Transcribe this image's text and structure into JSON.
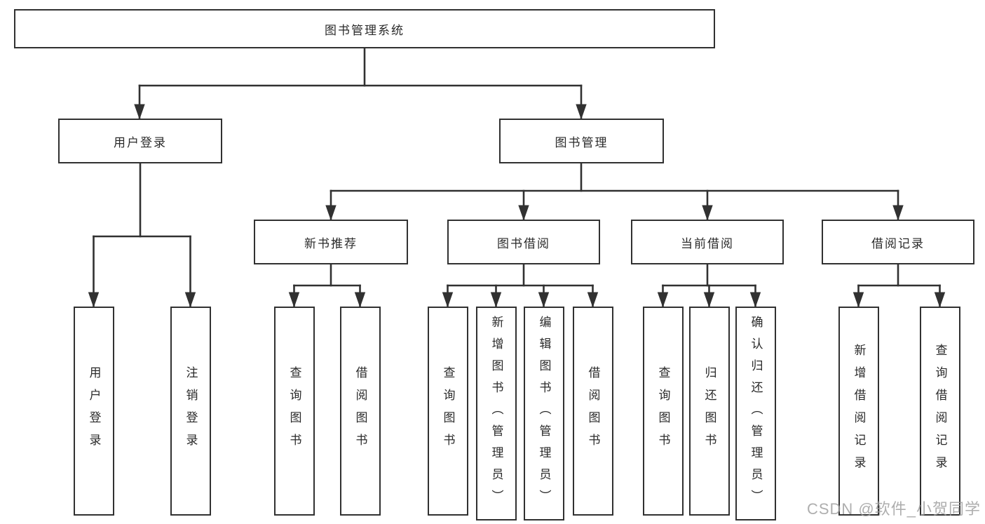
{
  "diagram": {
    "root": "图书管理系统",
    "user_login": {
      "label": "用户登录",
      "children": {
        "login": "用户登录",
        "logout": "注销登录"
      }
    },
    "book_mgmt": {
      "label": "图书管理",
      "sections": {
        "new_books": {
          "label": "新书推荐",
          "children": {
            "query": "查询图书",
            "borrow": "借阅图书"
          }
        },
        "borrowing": {
          "label": "图书借阅",
          "children": {
            "query": "查询图书",
            "add": "新增图书（管理员）",
            "edit": "编辑图书（管理员）",
            "borrow": "借阅图书"
          }
        },
        "current": {
          "label": "当前借阅",
          "children": {
            "query": "查询图书",
            "return": "归还图书",
            "confirm": "确认归还（管理员）"
          }
        },
        "records": {
          "label": "借阅记录",
          "children": {
            "add": "新增借阅记录",
            "query": "查询借阅记录"
          }
        }
      }
    }
  },
  "watermark": "CSDN @软件_小贺同学",
  "colors": {
    "line": "#313131",
    "text": "#2a2a2a",
    "box_bg": "#ffffff",
    "watermark": "#9d9d9d"
  }
}
